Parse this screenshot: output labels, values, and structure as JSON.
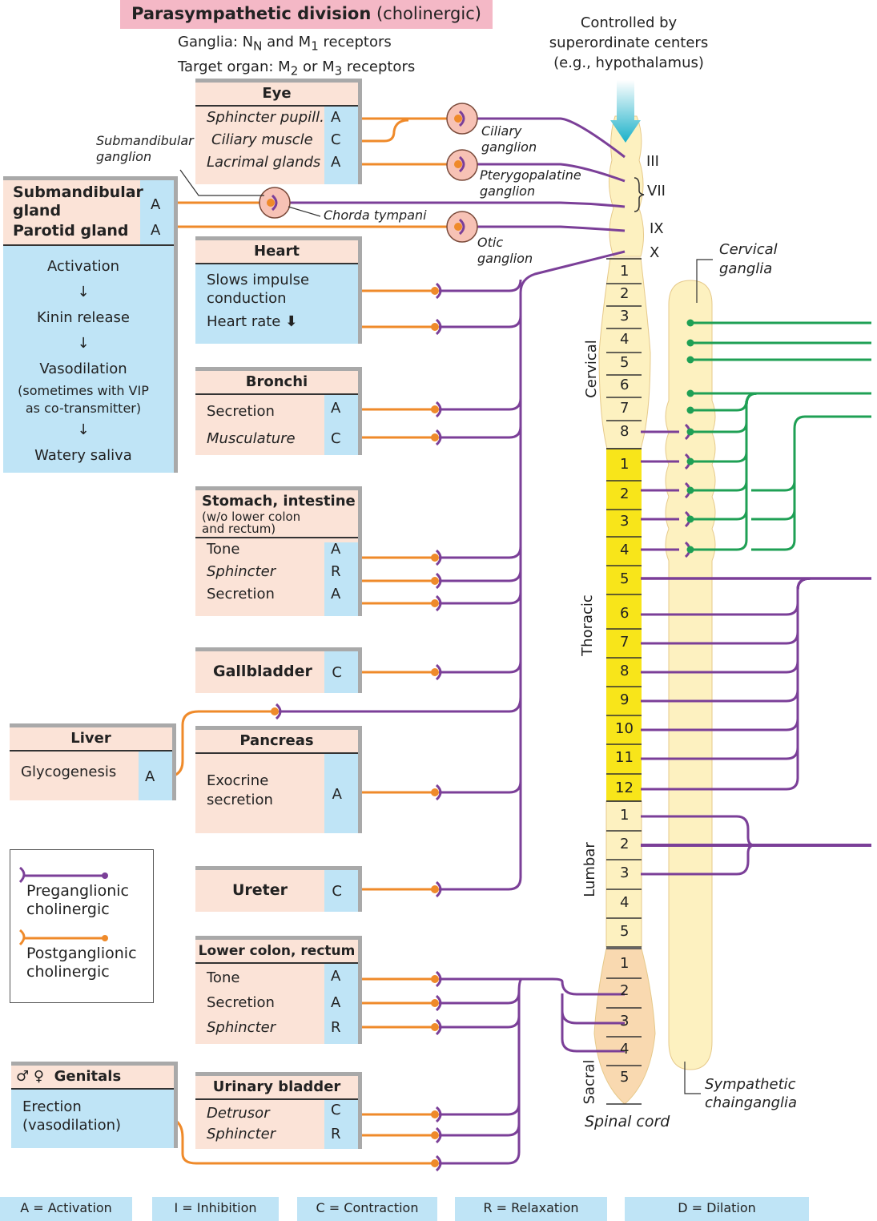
{
  "title": {
    "bold": "Parasympathetic division",
    "normal": " (cholinergic)"
  },
  "subtitle": {
    "line1": "Ganglia: N",
    "line1_sub": "N",
    "line1_rest": " and M",
    "line1_sub2": "1",
    "line1_end": " receptors",
    "line2": "Target organ: M",
    "line2_sub": "2",
    "line2_mid": " or M",
    "line2_sub2": "3",
    "line2_end": " receptors"
  },
  "controlled": {
    "line1": "Controlled by",
    "line2": "superordinate centers",
    "line3": "(e.g., hypothalamus)"
  },
  "ganglia_labels": {
    "submandibular": [
      "Submandibular",
      "ganglion"
    ],
    "ciliary": [
      "Ciliary",
      "ganglion"
    ],
    "pterygopalatine": [
      "Pterygopalatine",
      "ganglion"
    ],
    "otic": [
      "Otic",
      "ganglion"
    ],
    "chorda": "Chorda tympani",
    "cervical_ganglia": [
      "Cervical",
      "ganglia"
    ],
    "sympathetic": [
      "Sympathetic",
      "chainganglia"
    ],
    "spinal_cord": "Spinal cord"
  },
  "cranial_nerves": [
    "III",
    "VII",
    "IX",
    "X"
  ],
  "regions": {
    "cervical": "Cervical",
    "thoracic": "Thoracic",
    "lumbar": "Lumbar",
    "sacral": "Sacral"
  },
  "segments": {
    "cervical": [
      "1",
      "2",
      "3",
      "4",
      "5",
      "6",
      "7",
      "8"
    ],
    "thoracic": [
      "1",
      "2",
      "3",
      "4",
      "5",
      "6",
      "7",
      "8",
      "9",
      "10",
      "11",
      "12"
    ],
    "lumbar": [
      "1",
      "2",
      "3",
      "4",
      "5"
    ],
    "sacral": [
      "1",
      "2",
      "3",
      "4",
      "5"
    ]
  },
  "organs": {
    "eye": {
      "title": "Eye",
      "rows": [
        {
          "label": "Sphincter pupill.",
          "code": "A"
        },
        {
          "label": "Ciliary muscle",
          "code": "C"
        },
        {
          "label": "Lacrimal glands",
          "code": "A"
        }
      ]
    },
    "salivary": {
      "rows": [
        {
          "label": "Submandibular gland",
          "code": "A"
        },
        {
          "label": "Parotid gland",
          "code": "A"
        }
      ],
      "cascade": [
        "Activation",
        "↓",
        "Kinin release",
        "↓",
        "Vasodilation",
        "(sometimes with VIP",
        "as co-transmitter)",
        "↓",
        "Watery saliva"
      ]
    },
    "heart": {
      "title": "Heart",
      "rows": [
        {
          "label": "Slows impulse conduction"
        },
        {
          "label": "Heart rate",
          "arrow": "⬇"
        }
      ]
    },
    "bronchi": {
      "title": "Bronchi",
      "rows": [
        {
          "label": "Secretion",
          "code": "A"
        },
        {
          "label": "Musculature",
          "code": "C"
        }
      ]
    },
    "stomach": {
      "title": "Stomach, intestine",
      "subtitle1": "(w/o lower colon",
      "subtitle2": "and rectum)",
      "rows": [
        {
          "label": "Tone",
          "code": "A"
        },
        {
          "label": "Sphincter",
          "code": "R"
        },
        {
          "label": "Secretion",
          "code": "A"
        }
      ]
    },
    "gallbladder": {
      "title": "Gallbladder",
      "code": "C"
    },
    "liver": {
      "title": "Liver",
      "rows": [
        {
          "label": "Glycogenesis",
          "code": "A"
        }
      ]
    },
    "pancreas": {
      "title": "Pancreas",
      "rows": [
        {
          "label": "Exocrine secretion",
          "code": "A"
        }
      ]
    },
    "ureter": {
      "title": "Ureter",
      "code": "C"
    },
    "lower_colon": {
      "title": "Lower colon, rectum",
      "rows": [
        {
          "label": "Tone",
          "code": "A"
        },
        {
          "label": "Secretion",
          "code": "A"
        },
        {
          "label": "Sphincter",
          "code": "R"
        }
      ]
    },
    "genitals": {
      "symbols": "♂ ♀",
      "title": "Genitals",
      "rows": [
        {
          "label": "Erection (vasodilation)"
        }
      ]
    },
    "bladder": {
      "title": "Urinary bladder",
      "rows": [
        {
          "label": "Detrusor",
          "code": "C"
        },
        {
          "label": "Sphincter",
          "code": "R"
        }
      ]
    }
  },
  "legend": {
    "preganglionic": [
      "Preganglionic",
      "cholinergic"
    ],
    "postganglionic": [
      "Postganglionic",
      "cholinergic"
    ]
  },
  "key": [
    "A = Activation",
    "I = Inhibition",
    "C = Contraction",
    "R = Relaxation",
    "D = Dilation"
  ],
  "colors": {
    "preganglionic": "#7b3f98",
    "postganglionic": "#ef8a2a",
    "sympathetic": "#1fa055",
    "organ_bg": "#fbe3d7",
    "effect_bg": "#bfe4f6",
    "cord": "#fdf1c0",
    "thoracic": "#f8e51a",
    "sacral": "#f9d9b0",
    "title_bg": "#f4b8c6"
  }
}
